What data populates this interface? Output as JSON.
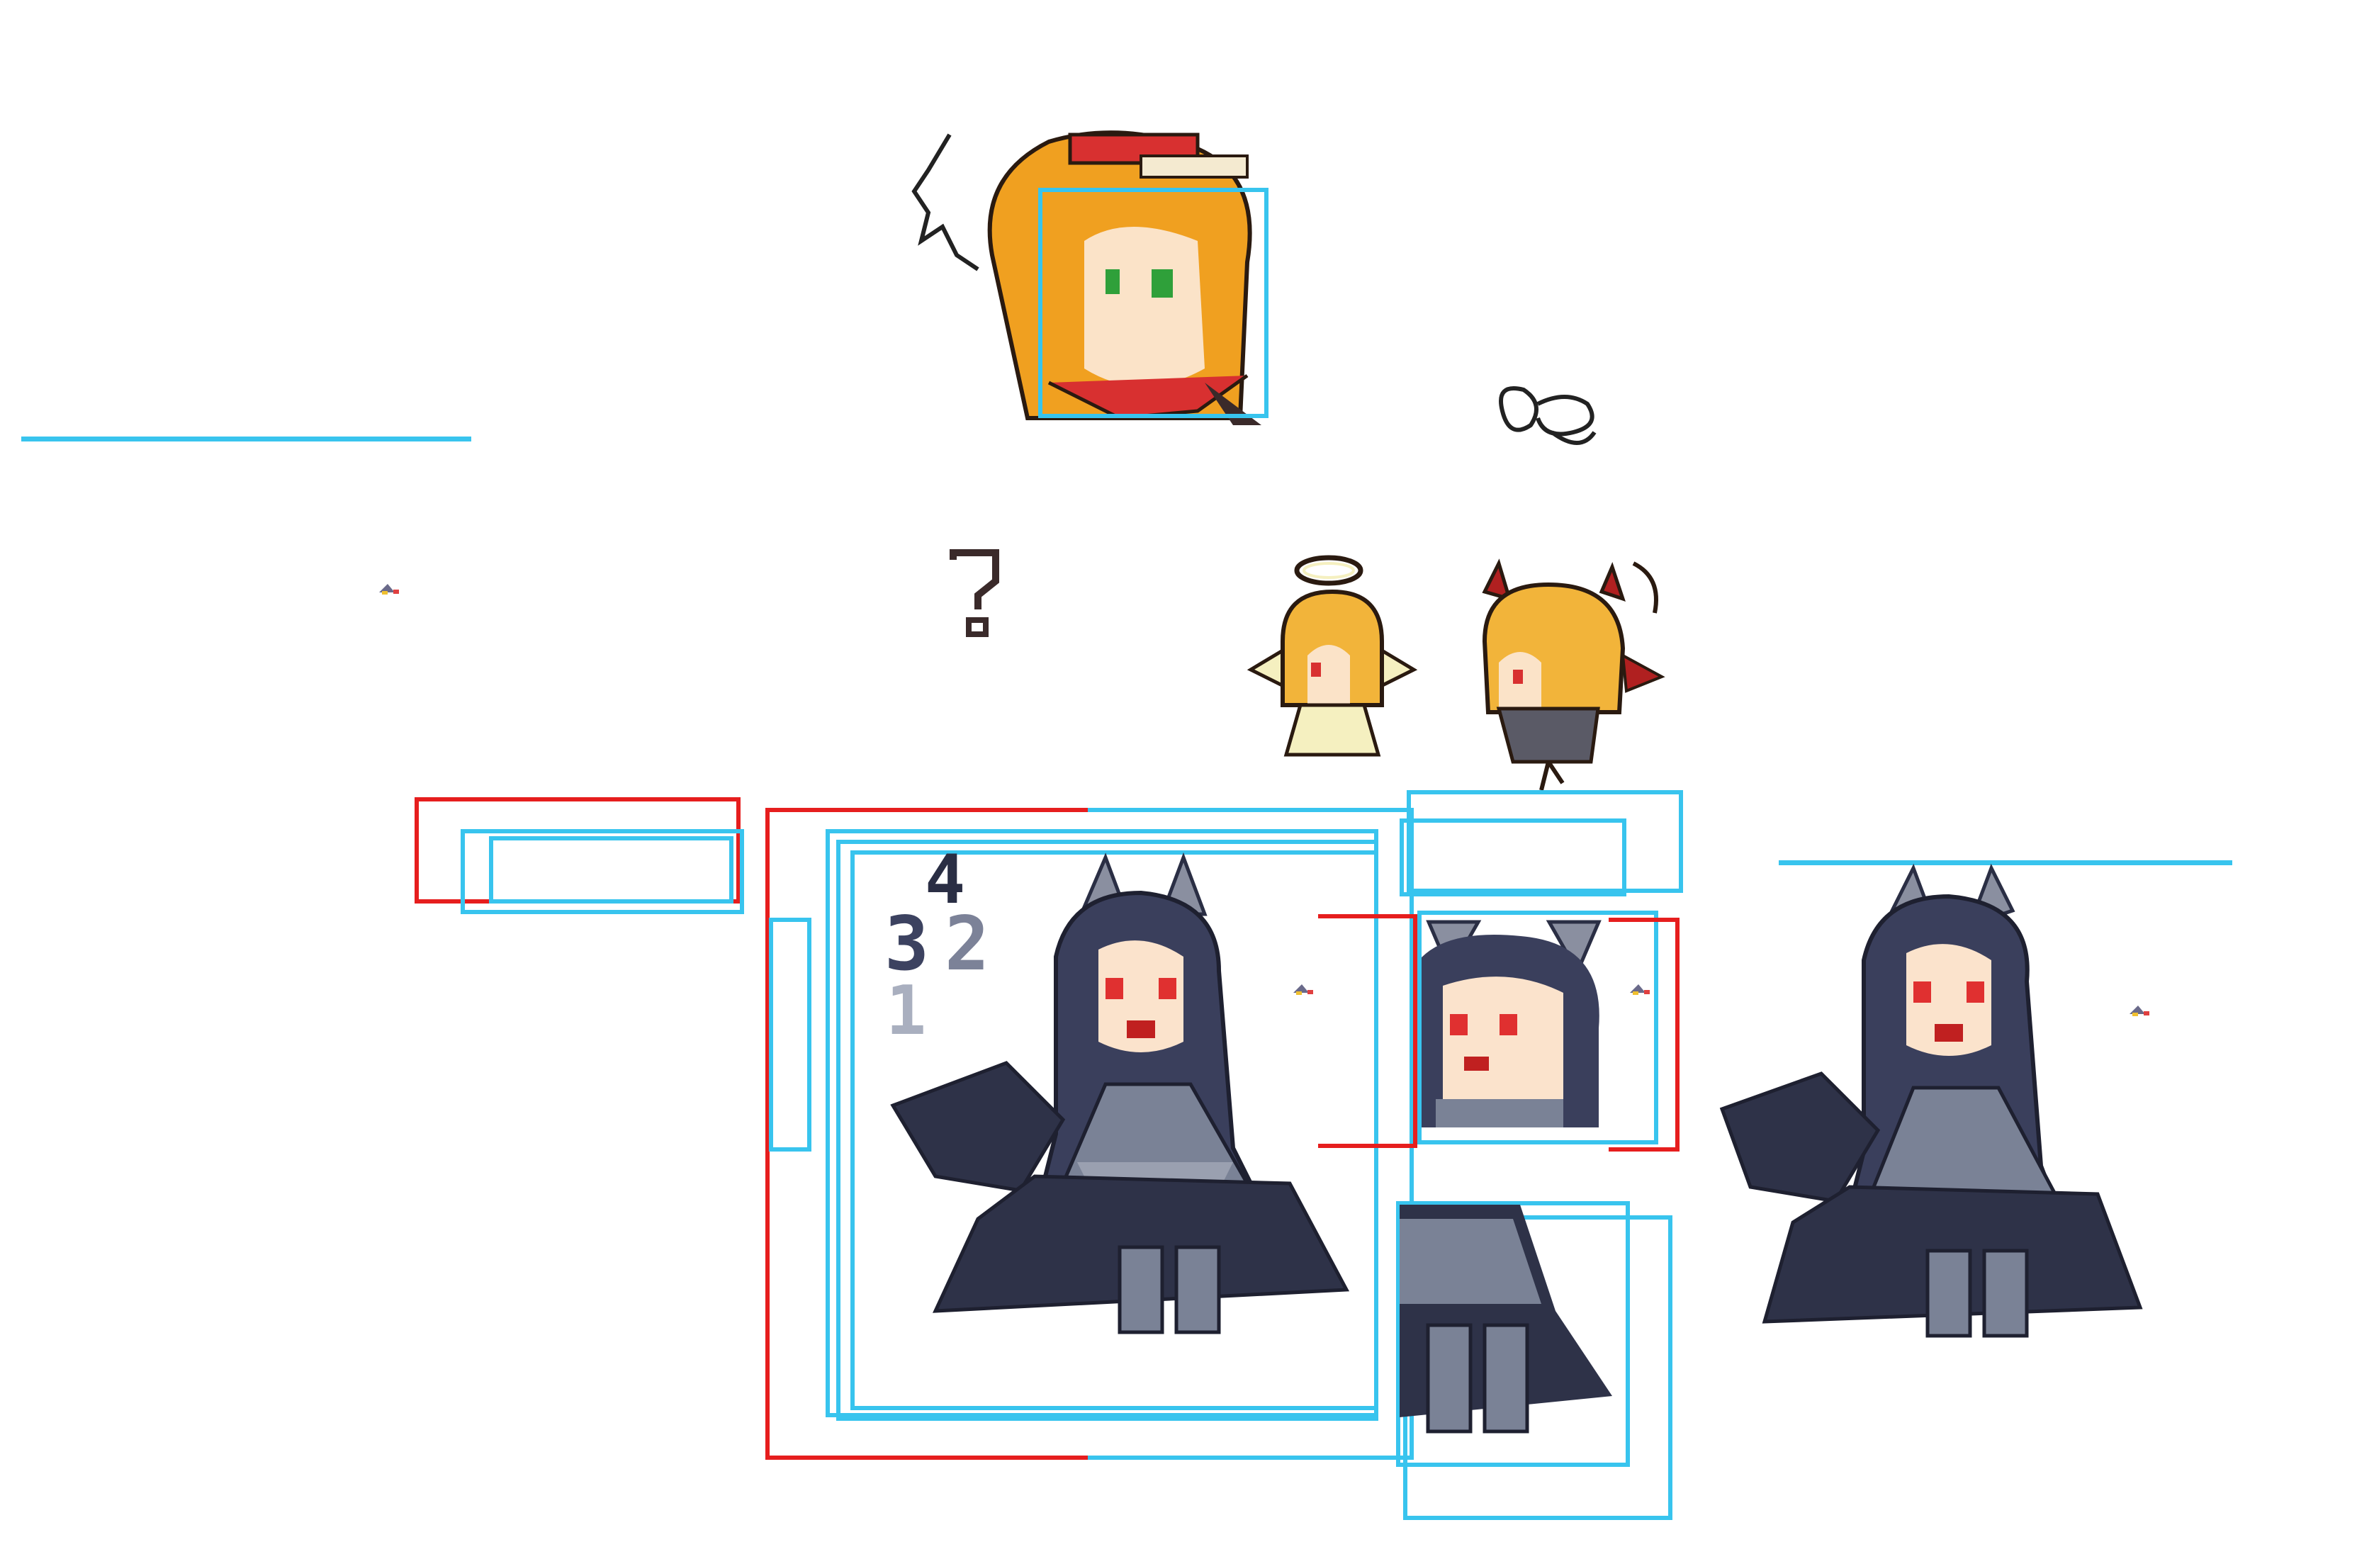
{
  "scene": {
    "background": "#ffffff",
    "frame_blue": "#38c4ee",
    "frame_red": "#e61e1e"
  },
  "characters": [
    {
      "name": "blonde-maid-portrait-sprite",
      "hair_color": "#f0a020",
      "eye_color": "#2fa03a"
    },
    {
      "name": "angel-chibi-sprite",
      "hair_color": "#f2b43a",
      "accent": "#f5f0c0"
    },
    {
      "name": "devil-chibi-sprite",
      "hair_color": "#f2b43a",
      "accent": "#b02020"
    },
    {
      "name": "dark-wolf-girl-sprite",
      "hair_color": "#3a3f5c",
      "dress_color": "#7a8296",
      "eye_color": "#e03030"
    }
  ],
  "counter": {
    "digits": [
      {
        "value": "4",
        "color": "#2a2e44"
      },
      {
        "value": "3",
        "color": "#3c4260"
      },
      {
        "value": "2",
        "color": "#7c8298"
      },
      {
        "value": "1",
        "color": "#a9afbf"
      }
    ]
  },
  "icons": [
    "question-mark-icon",
    "squiggle-icon",
    "sparkle-icon"
  ]
}
